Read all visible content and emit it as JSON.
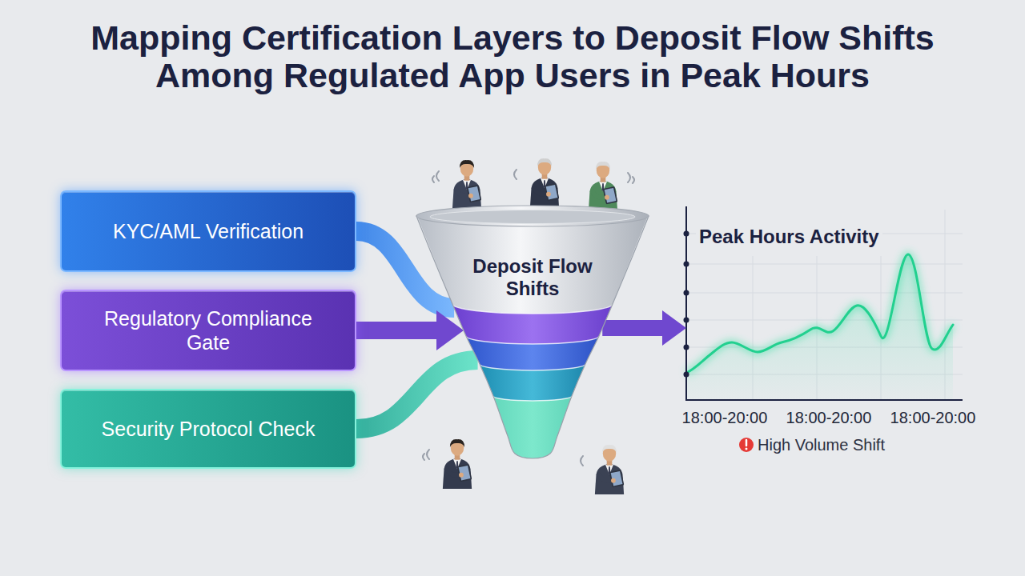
{
  "diagram": {
    "title": "Mapping Certification Layers to Deposit Flow Shifts Among Regulated App Users in Peak Hours",
    "nodes": [
      {
        "text": [
          "KYC/AML Verification"
        ]
      },
      {
        "text": [
          "Regulatory Compliance Gate"
        ]
      },
      {
        "text": [
          "Security Protocol Check"
        ]
      },
      {
        "text": [
          "Deposit Flow Shifts"
        ]
      },
      {
        "text": [
          "Peak Hours Activity"
        ]
      }
    ],
    "edges": [
      {
        "from": 0,
        "to": 3,
        "arrow": "none"
      },
      {
        "from": 1,
        "to": 3,
        "arrow": "to"
      },
      {
        "from": 2,
        "to": 3,
        "arrow": "none"
      },
      {
        "from": 3,
        "to": 4,
        "arrow": "to"
      }
    ],
    "labels": [
      "18:00-20:00",
      "18:00-20:00",
      "18:00-20:00",
      "High Volume Shift"
    ]
  }
}
